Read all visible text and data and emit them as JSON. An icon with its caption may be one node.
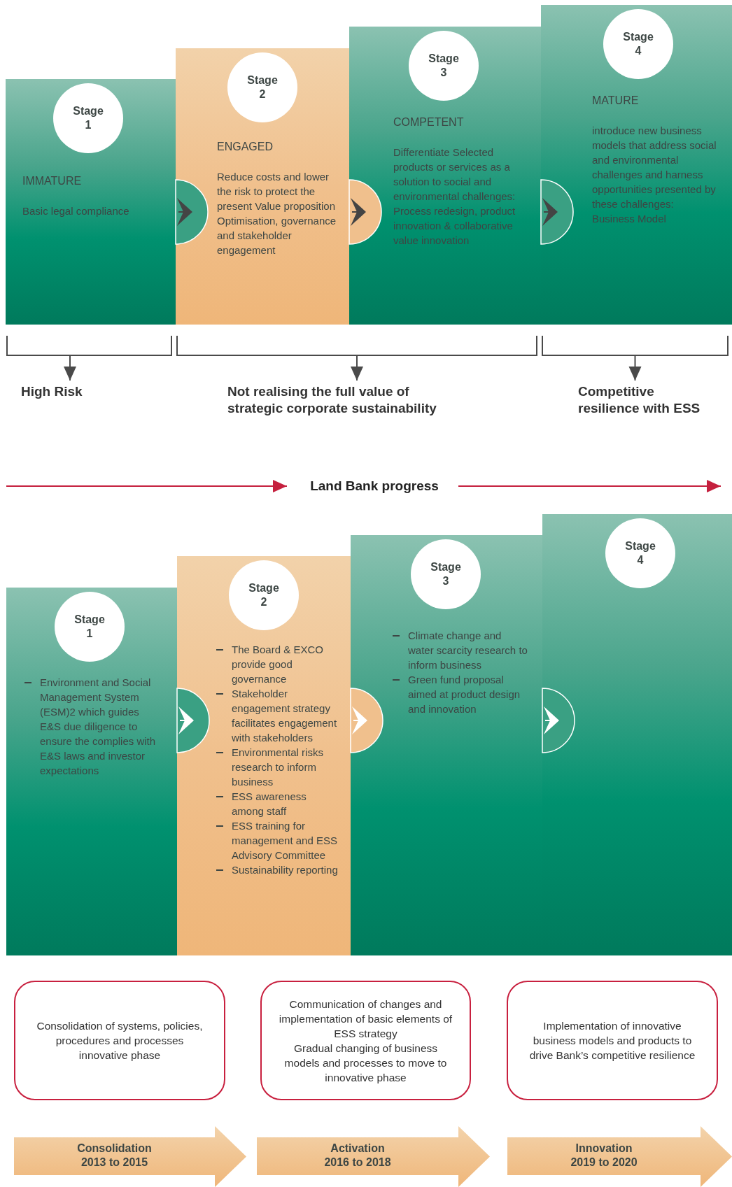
{
  "diagram": {
    "nodes": [
      {
        "text": [
          "Stage 1",
          "IMMATURE",
          "Basic legal compliance"
        ]
      },
      {
        "text": [
          "Stage 2",
          "ENGAGED",
          "Reduce costs and lower the risk to protect the present Value proposition Optimisation, governance and stakeholder engagement"
        ]
      },
      {
        "text": [
          "Stage 3",
          "COMPETENT",
          "Differentiate Selected products or services as a solution to social and environmental challenges: Process redesign, product innovation & collaborative value innovation"
        ]
      },
      {
        "text": [
          "Stage 4",
          "MATURE",
          "introduce new business models that address social and environmental challenges and harness opportunities presented by these challenges: Business Model"
        ]
      },
      {
        "text": [
          "High Risk"
        ]
      },
      {
        "text": [
          "Not realising the full value of strategic corporate sustainability"
        ]
      },
      {
        "text": [
          "Competitive resilience with ESS"
        ]
      },
      {
        "text": [
          "Stage 1",
          "Environment and Social Management System (ESM)2 which guides E&S due diligence to ensure the complies with E&S laws and investor expectations"
        ]
      },
      {
        "text": [
          "Stage 2",
          "The Board & EXCO provide good governance",
          "Stakeholder engagement strategy facilitates engagement with stakeholders",
          "Environmental risks research to inform business",
          "ESS awareness among staff",
          "ESS training for management and ESS Advisory Committee",
          "Sustainability reporting"
        ]
      },
      {
        "text": [
          "Stage 3",
          "Climate change and water scarcity research to inform business",
          "Green fund proposal aimed at product design and innovation"
        ]
      },
      {
        "text": [
          "Stage 4"
        ]
      },
      {
        "text": [
          "Consolidation of systems, policies, procedures and processes innovative phase"
        ]
      },
      {
        "text": [
          "Communication of changes and implementation of basic elements of ESS strategy",
          "Gradual changing of business models and processes to move to innovative phase"
        ]
      },
      {
        "text": [
          "Implementation of innovative business models and products to drive Bank’s competitive resilience"
        ]
      },
      {
        "text": [
          "Consolidation",
          "2013 to 2015"
        ]
      },
      {
        "text": [
          "Activation",
          "2016 to 2018"
        ]
      },
      {
        "text": [
          "Innovation",
          "2019 to 2020"
        ]
      }
    ],
    "edges": [
      {
        "from": 0,
        "to": 1,
        "arrow": "to"
      },
      {
        "from": 1,
        "to": 2,
        "arrow": "to"
      },
      {
        "from": 2,
        "to": 3,
        "arrow": "to"
      },
      {
        "from": 0,
        "to": 4,
        "arrow": "to"
      },
      {
        "from": 1,
        "to": 5,
        "arrow": "to"
      },
      {
        "from": 2,
        "to": 5,
        "arrow": "to"
      },
      {
        "from": 3,
        "to": 6,
        "arrow": "to"
      },
      {
        "from": 7,
        "to": 8,
        "arrow": "to",
        "color": "#ffffff"
      },
      {
        "from": 8,
        "to": 9,
        "arrow": "to",
        "color": "#ffffff"
      },
      {
        "from": 9,
        "to": 10,
        "arrow": "to",
        "color": "#ffffff"
      }
    ],
    "labels": [
      "Land Bank progress"
    ]
  }
}
